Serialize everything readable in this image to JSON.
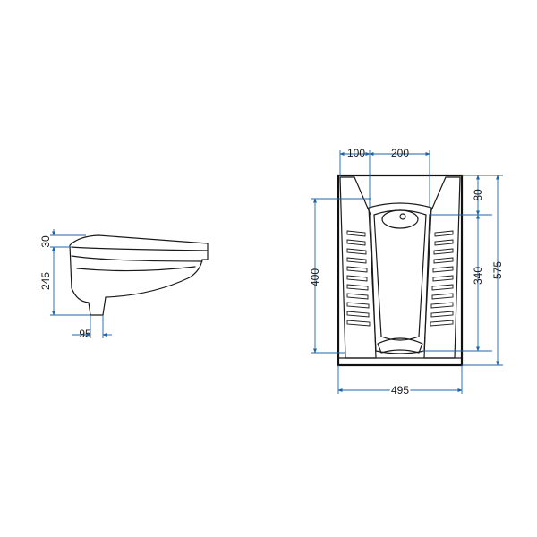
{
  "side_view": {
    "dimensions": {
      "top_thickness": "30",
      "height": "245",
      "outlet_width": "95"
    }
  },
  "top_view": {
    "dimensions": {
      "rear_offset": "100",
      "opening_width": "200",
      "rear_depth": "80",
      "opening_length": "400",
      "inner_length": "340",
      "overall_length": "575",
      "overall_width": "495"
    }
  },
  "colors": {
    "line": "#1a1a1a",
    "dimension_line": "#1e63a8",
    "background": "#ffffff"
  }
}
